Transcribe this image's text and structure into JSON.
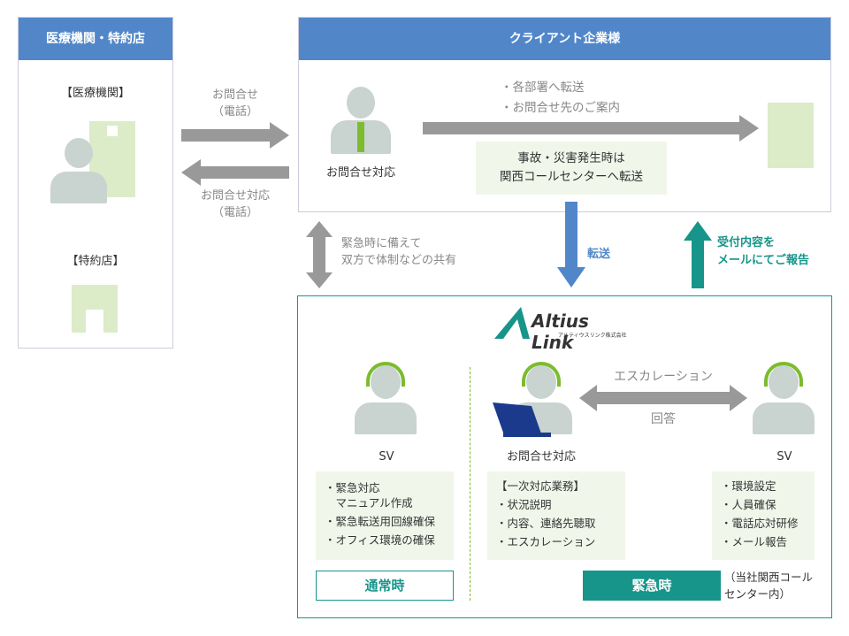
{
  "left_panel": {
    "title": "医療機関・特約店",
    "medical_label": "【医療機関】",
    "dealer_label": "【特約店】"
  },
  "client_panel": {
    "title": "クライアント企業様",
    "operator_label": "お問合せ対応",
    "forward_notes": [
      "・各部署へ転送",
      "・お問合せ先のご案内"
    ],
    "incident_note": [
      "事故・災害発生時は",
      "関西コールセンターへ転送"
    ]
  },
  "arrows": {
    "inquiry": [
      "お問合せ",
      "（電話）"
    ],
    "response": [
      "お問合せ対応",
      "（電話）"
    ],
    "share": [
      "緊急時に備えて",
      "双方で体制などの共有"
    ],
    "transfer": "転送",
    "report": [
      "受付内容を",
      "メールにてご報告"
    ],
    "escalation": "エスカレーション",
    "answer": "回答"
  },
  "altius_panel": {
    "logo_text": "Altius Link",
    "logo_sub": "アルティウスリンク株式会社",
    "sv_left": {
      "label": "SV",
      "items": [
        "・緊急対応",
        "　マニュアル作成",
        "・緊急転送用回線確保",
        "・オフィス環境の確保"
      ]
    },
    "operator": {
      "label": "お問合せ対応",
      "items": [
        "【一次対応業務】",
        "・状況説明",
        "・内容、連絡先聴取",
        "・エスカレーション"
      ]
    },
    "sv_right": {
      "label": "SV",
      "items": [
        "・環境設定",
        "・人員確保",
        "・電話応対研修",
        "・メール報告"
      ]
    },
    "normal_badge": "通常時",
    "emergency_badge": "緊急時",
    "emergency_note": [
      "（当社関西コール",
      "センター内）"
    ]
  },
  "colors": {
    "header": "#5187c9",
    "teal": "#17958a",
    "arrow_gray": "#999999",
    "box_green": "#f0f7ea",
    "headset": "#7dbb2f"
  }
}
